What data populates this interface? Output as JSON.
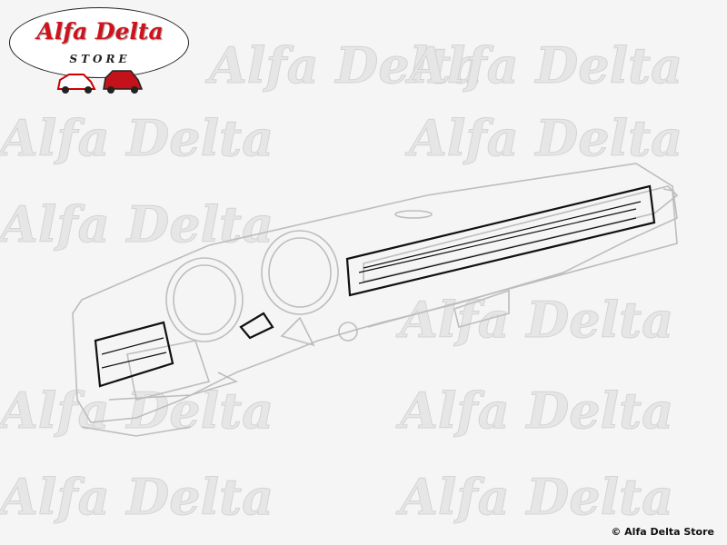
{
  "logo": {
    "brand": "Alfa Delta",
    "subtitle": "STORE"
  },
  "watermark": "Alfa Delta",
  "copyright": "© Alfa Delta Store"
}
